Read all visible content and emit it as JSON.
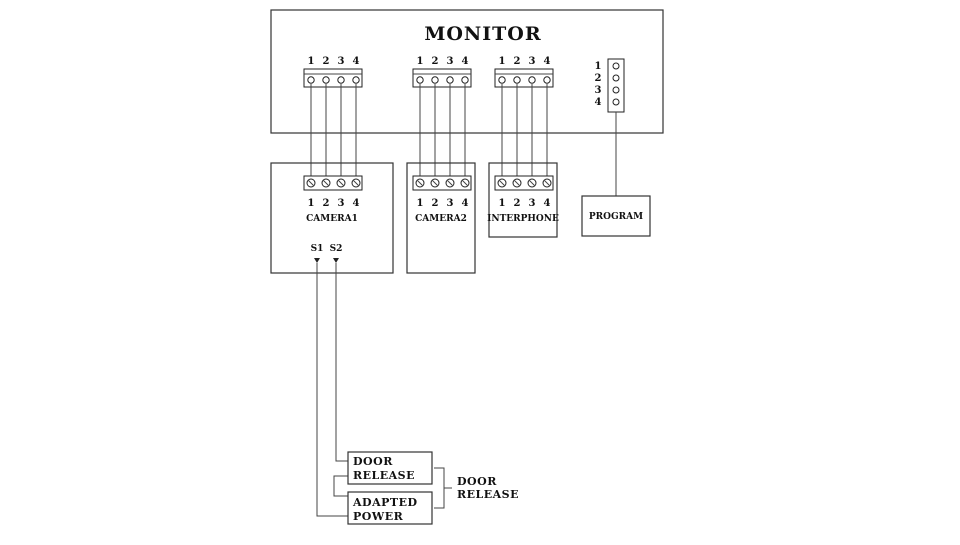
{
  "monitor": {
    "title": "MONITOR",
    "connector_pins": [
      "1",
      "2",
      "3",
      "4"
    ],
    "program_pins": [
      "1",
      "2",
      "3",
      "4"
    ]
  },
  "devices": {
    "camera1": {
      "label": "CAMERA1",
      "pins": [
        "1",
        "2",
        "3",
        "4"
      ],
      "s_labels": [
        "S1",
        "S2"
      ]
    },
    "camera2": {
      "label": "CAMERA2",
      "pins": [
        "1",
        "2",
        "3",
        "4"
      ]
    },
    "interphone": {
      "label": "INTERPHONE",
      "pins": [
        "1",
        "2",
        "3",
        "4"
      ]
    },
    "program": {
      "label": "PROGRAM"
    }
  },
  "door": {
    "door_release_box": [
      "DOOR",
      "RELEASE"
    ],
    "adapted_power_box": [
      "ADAPTED",
      "POWER"
    ],
    "group_label": [
      "DOOR",
      "RELEASE"
    ]
  }
}
